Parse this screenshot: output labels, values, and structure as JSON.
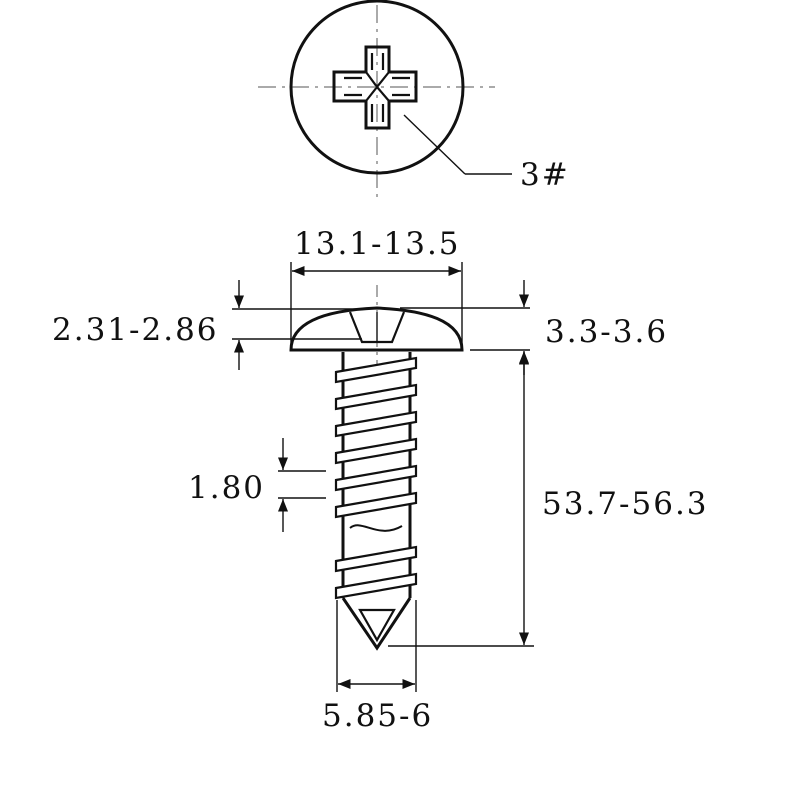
{
  "drawing": {
    "drive_size_label": "3#",
    "head_diameter_label": "13.1-13.5",
    "head_height_label": "3.3-3.6",
    "head_dome_label": "2.31-2.86",
    "thread_pitch_label": "1.80",
    "total_length_label": "53.7-56.3",
    "shank_diameter_label": "5.85-6"
  }
}
